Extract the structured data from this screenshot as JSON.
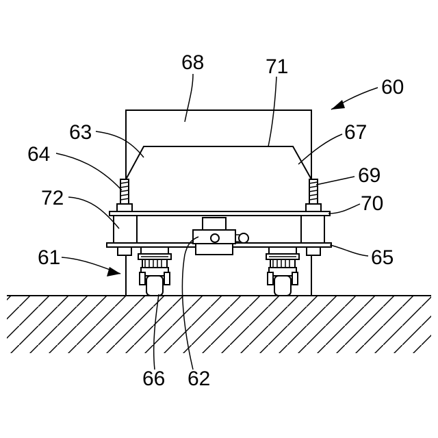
{
  "labels": {
    "l60": "60",
    "l61": "61",
    "l62": "62",
    "l63": "63",
    "l64": "64",
    "l65": "65",
    "l66": "66",
    "l67": "67",
    "l68": "68",
    "l69": "69",
    "l70": "70",
    "l71": "71",
    "l72": "72"
  },
  "colors": {
    "line": "#000000",
    "background": "#ffffff"
  }
}
